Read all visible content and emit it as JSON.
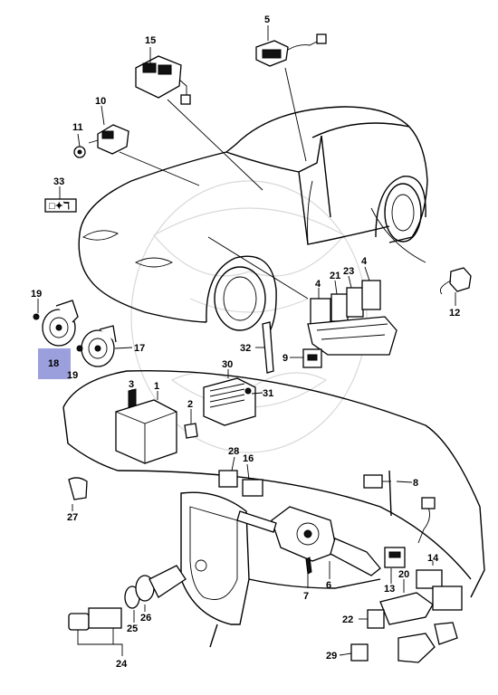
{
  "highlight": {
    "label": "18",
    "color": "#8a8fd6"
  },
  "callouts": {
    "c1": "1",
    "c2": "2",
    "c3": "3",
    "c4": "4",
    "c5": "5",
    "c6": "6",
    "c7": "7",
    "c8": "8",
    "c9": "9",
    "c10": "10",
    "c11": "11",
    "c12": "12",
    "c13": "13",
    "c14": "14",
    "c15": "15",
    "c16": "16",
    "c17": "17",
    "c18": "18",
    "c19a": "19",
    "c19b": "19",
    "c20": "20",
    "c21": "21",
    "c22": "22",
    "c23": "23",
    "c24": "24",
    "c25": "25",
    "c26": "26",
    "c27": "27",
    "c28": "28",
    "c29": "29",
    "c30": "30",
    "c31": "31",
    "c32": "32",
    "c33": "33"
  }
}
